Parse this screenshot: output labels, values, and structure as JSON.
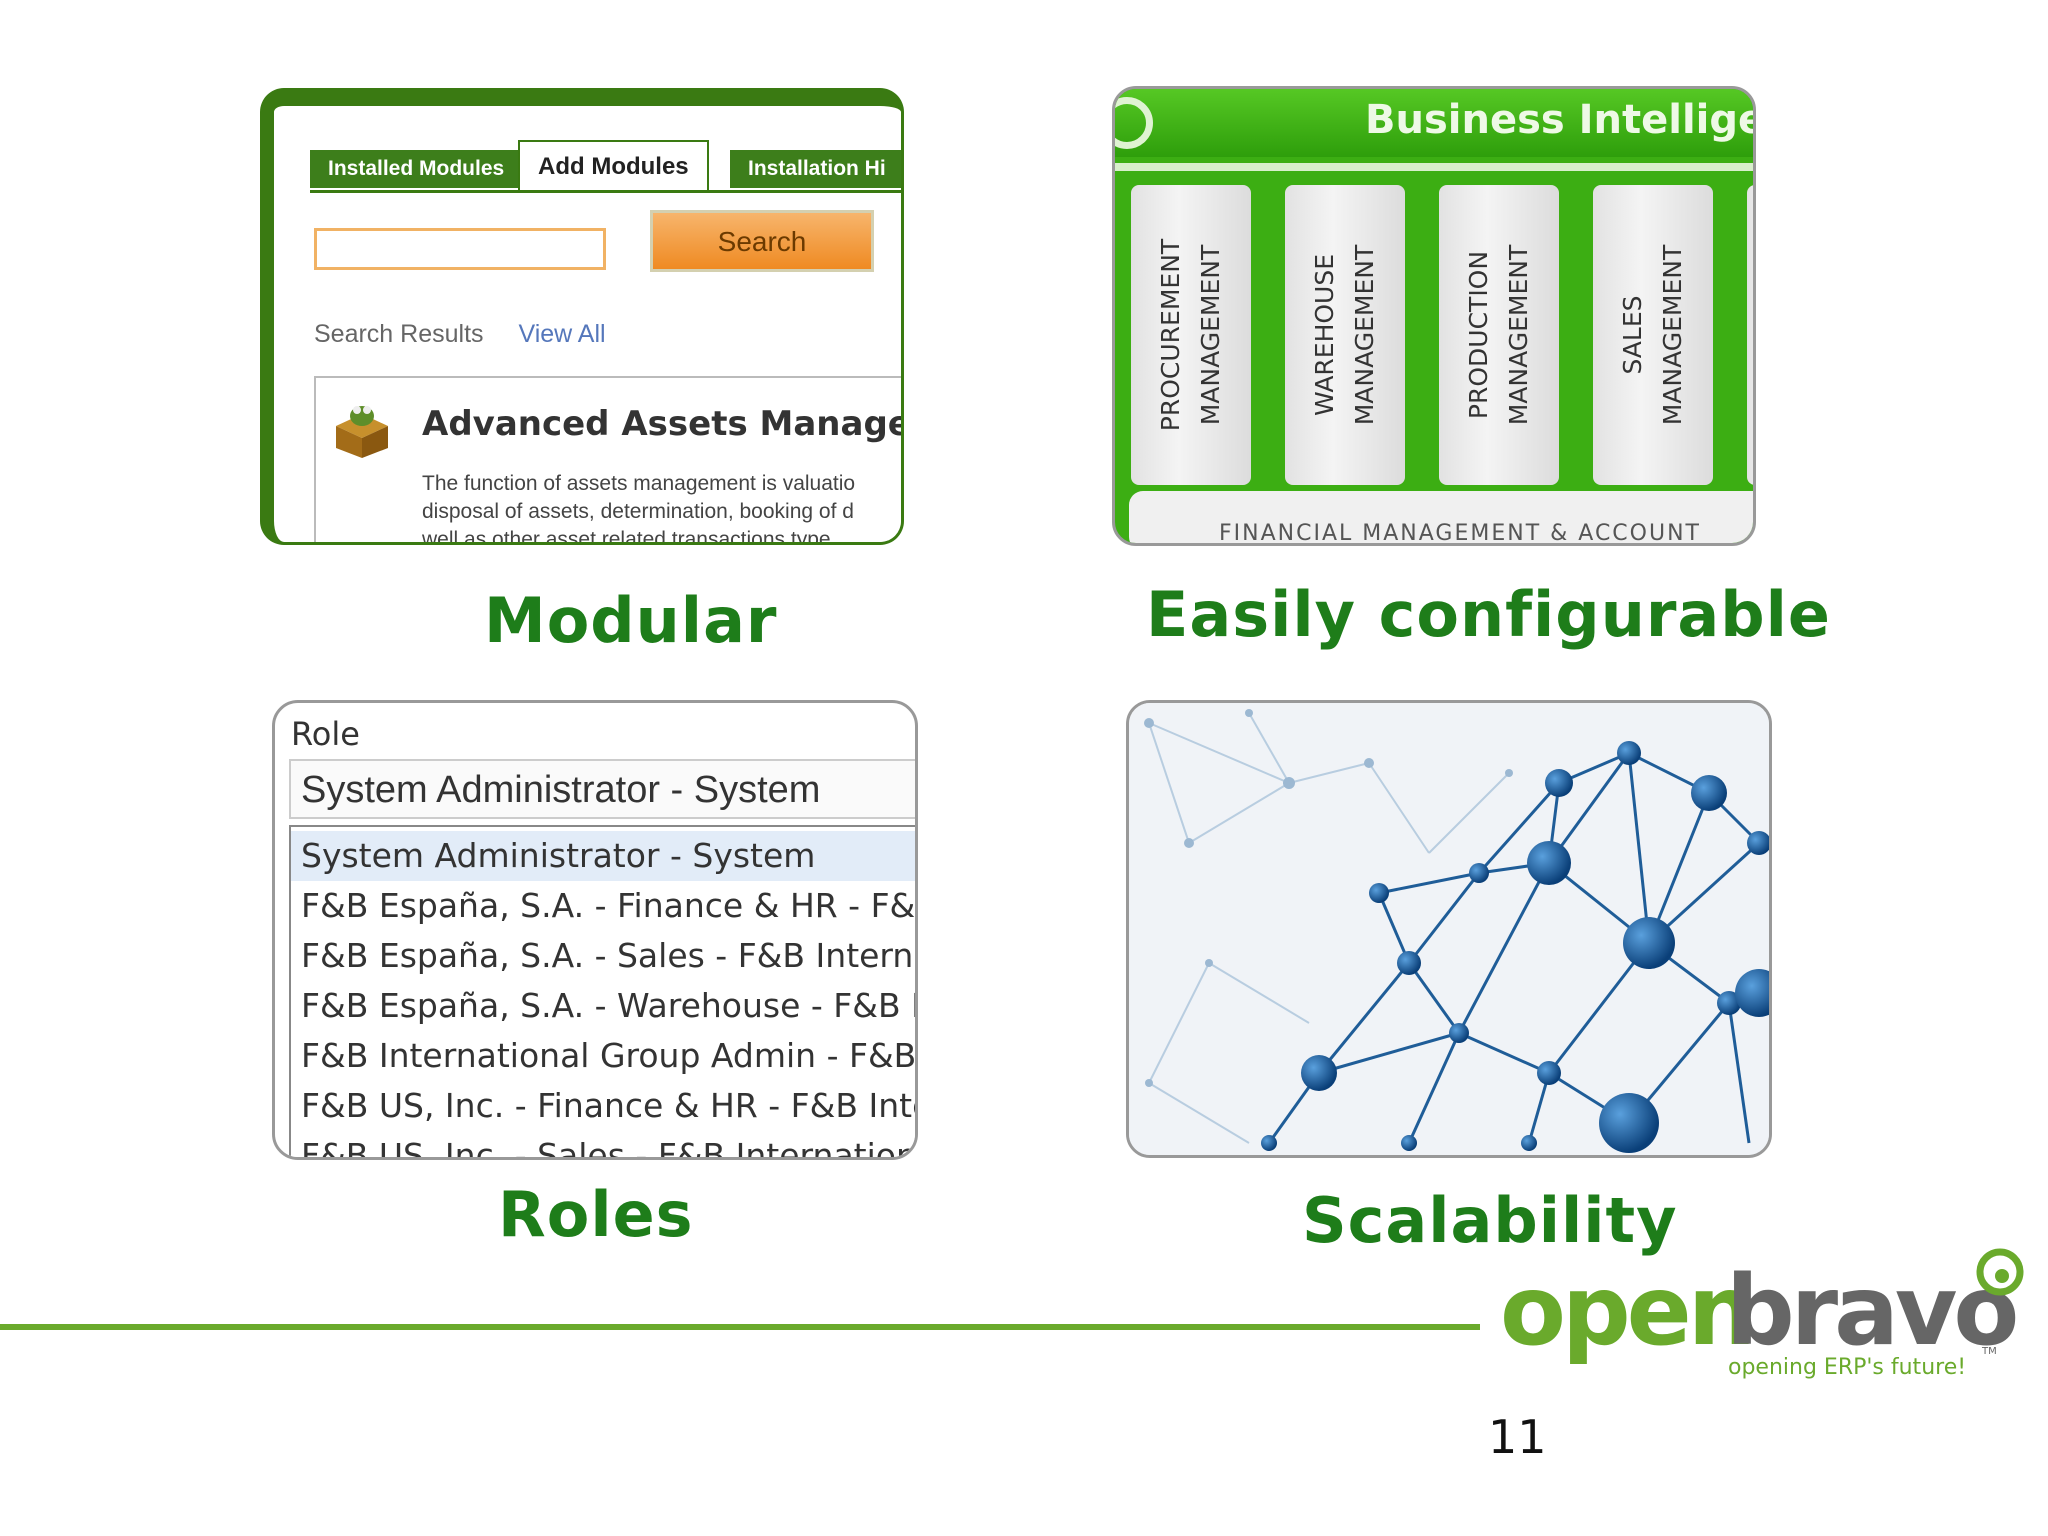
{
  "captions": {
    "modular": "Modular",
    "configurable": "Easily configurable",
    "roles": "Roles",
    "scalability": "Scalability"
  },
  "modular_panel": {
    "tabs": [
      "Installed Modules",
      "Add Modules",
      "Installation Hi"
    ],
    "active_tab": "Add Modules",
    "search_value": "",
    "search_button": "Search",
    "results_label": "Search Results",
    "view_all": "View All",
    "module_title": "Advanced Assets Managem",
    "module_desc": [
      "The function of assets management is valuatio",
      "disposal of assets, determination, booking of d",
      "well as other asset related transactions type"
    ],
    "icon": "module-box-icon"
  },
  "bi_panel": {
    "title": "Business Intelligenc",
    "columns": [
      [
        "PROCUREMENT",
        "MANAGEMENT"
      ],
      [
        "WAREHOUSE",
        "MANAGEMENT"
      ],
      [
        "PRODUCTION",
        "MANAGEMENT"
      ],
      [
        "SALES",
        "MANAGEMENT"
      ]
    ],
    "footer": "FINANCIAL MANAGEMENT & ACCOUNT"
  },
  "roles_panel": {
    "label": "Role",
    "selected": "System Administrator - System",
    "options": [
      "System Administrator - System",
      "F&B España, S.A. - Finance & HR - F&B",
      "F&B España, S.A. - Sales - F&B Internat",
      "F&B España, S.A. - Warehouse - F&B In",
      "F&B International Group Admin - F&B",
      "F&B US, Inc. - Finance & HR - F&B Inter",
      "F&B US, Inc. - Sales - F&B Internation"
    ]
  },
  "logo": {
    "brand_left": "open",
    "brand_right": "bravo",
    "tm": "TM",
    "tagline": "opening ERP's future!"
  },
  "page_number": "11",
  "colors": {
    "caption": "#1e7d1a",
    "brand_green": "#6aaa2c",
    "brand_gray": "#666666"
  }
}
